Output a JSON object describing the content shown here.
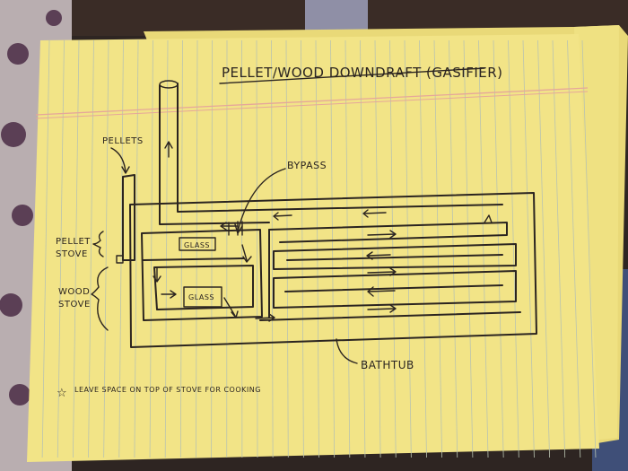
{
  "title": "PELLET/WOOD DOWNDRAFT (GASIFIER)",
  "labels": {
    "pellets": "PELLETS",
    "pellet_stove_line1": "PELLET",
    "pellet_stove_line2": "STOVE",
    "wood_stove_line1": "WOOD",
    "wood_stove_line2": "STOVE",
    "bypass": "BYPASS",
    "bathtub": "BATHTUB",
    "glass_top": "GLASS",
    "glass_bottom": "GLASS",
    "note": "LEAVE SPACE ON TOP OF STOVE FOR COOKING"
  },
  "colors": {
    "paper": "#f2e487",
    "ink": "#2b2420",
    "margin_line": "#e6a79a",
    "rule_line": "#b9c3b0"
  }
}
